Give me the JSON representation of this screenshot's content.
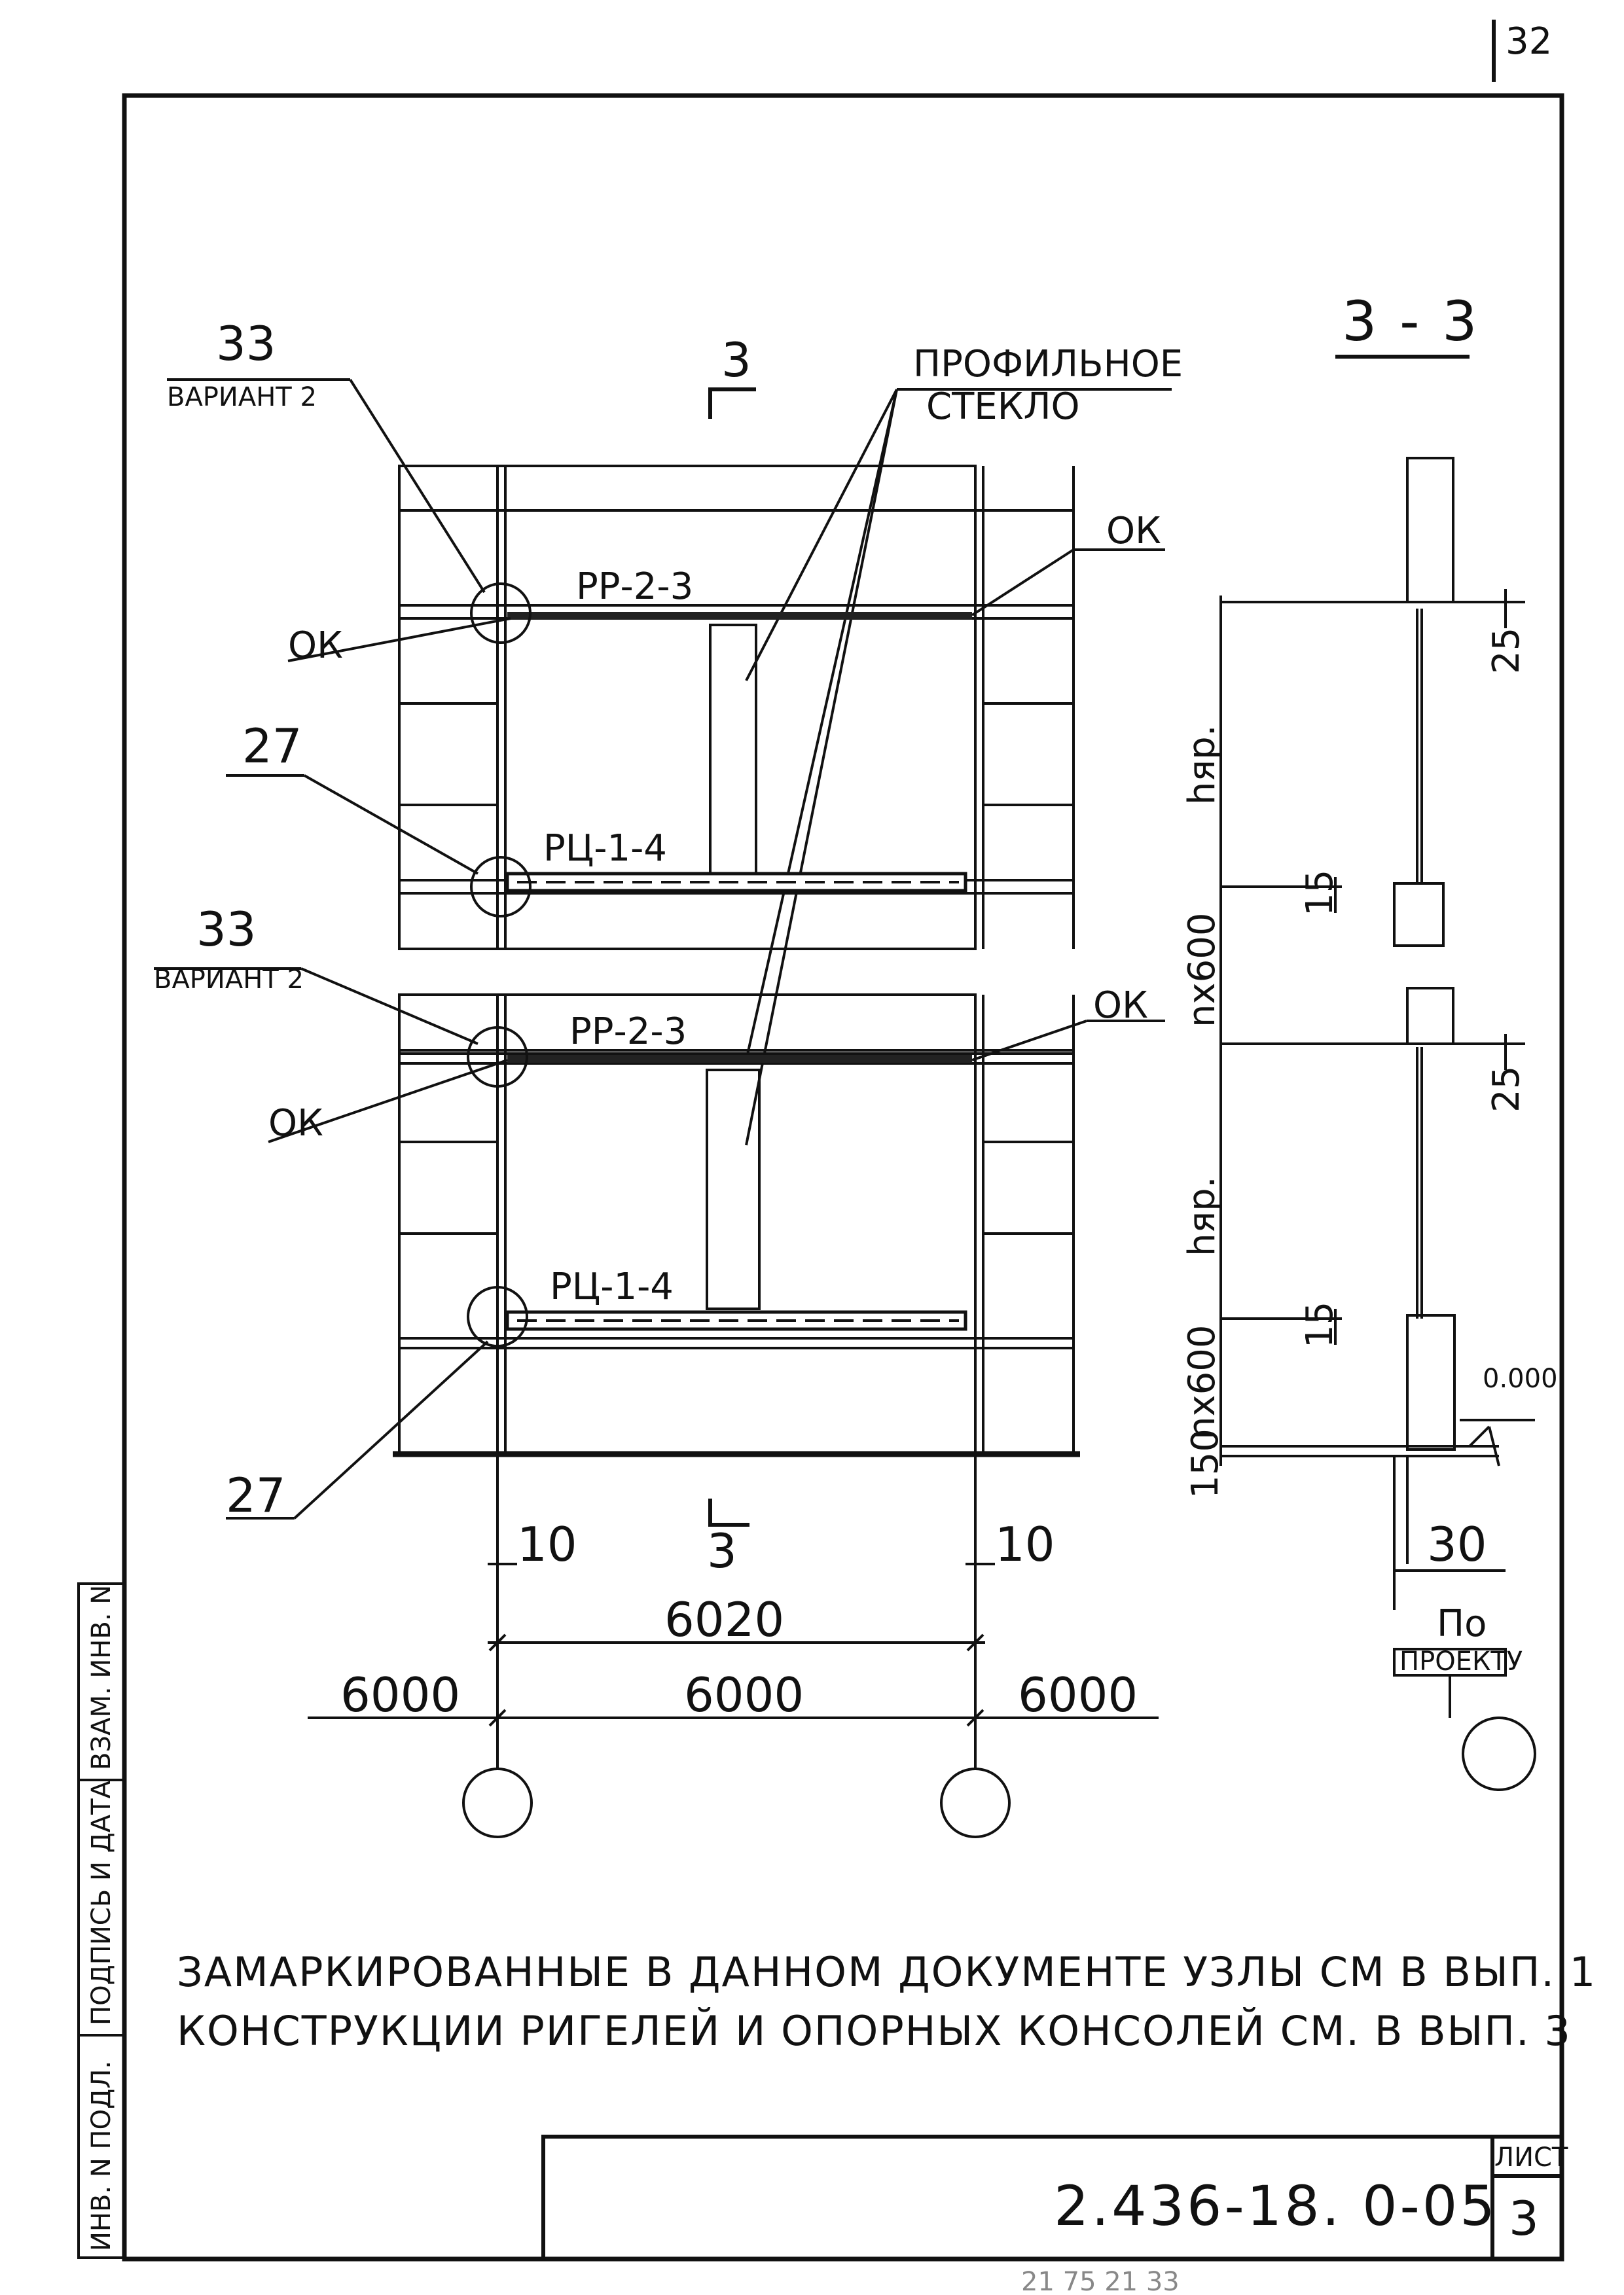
{
  "sheet": {
    "page_number": "32",
    "section_mark": "3",
    "section_title": "3 - 3",
    "document_code": "2.436-18. 0-05",
    "sheet_label": "ЛИСТ",
    "sheet_number": "3",
    "bottom_fragment": "21 75 21 33"
  },
  "side_stamp": {
    "inv_no": "ИНВ. N ПОДЛ.",
    "sign_date": "ПОДПИСЬ И ДАТА",
    "replace_inv": "ВЗАМ. ИНВ. N"
  },
  "elevation": {
    "glass_label_line1": "ПРОФИЛЬНОЕ",
    "glass_label_line2": "СТЕКЛО",
    "callouts": [
      {
        "number": "33",
        "sub": "ВАРИАНТ 2"
      },
      {
        "number": "27",
        "sub": ""
      },
      {
        "number": "33",
        "sub": "ВАРИАНТ 2"
      },
      {
        "number": "27",
        "sub": ""
      }
    ],
    "ok_label": "ОК",
    "beams": [
      "РР-2-3",
      "РЦ-1-4",
      "РР-2-3",
      "РЦ-1-4"
    ],
    "dims": {
      "gap_left": "10",
      "gap_right": "10",
      "span": "6020",
      "axis_spacing": [
        "6000",
        "6000",
        "6000"
      ]
    }
  },
  "section": {
    "h_label": "hяр.",
    "n600_label": "nх600",
    "dim_25": "25",
    "dim_15": "15",
    "dim_150": "150",
    "dim_30": "30",
    "elevation_mark": "0.000",
    "by_project_top": "По",
    "by_project_bottom": "ПРОЕКТУ"
  },
  "notes": [
    "ЗАМАРКИРОВАННЫЕ В ДАННОМ ДОКУМЕНТЕ УЗЛЫ СМ В ВЫП. 1",
    "КОНСТРУКЦИИ РИГЕЛЕЙ И ОПОРНЫХ КОНСОЛЕЙ СМ. В ВЫП. 3"
  ]
}
